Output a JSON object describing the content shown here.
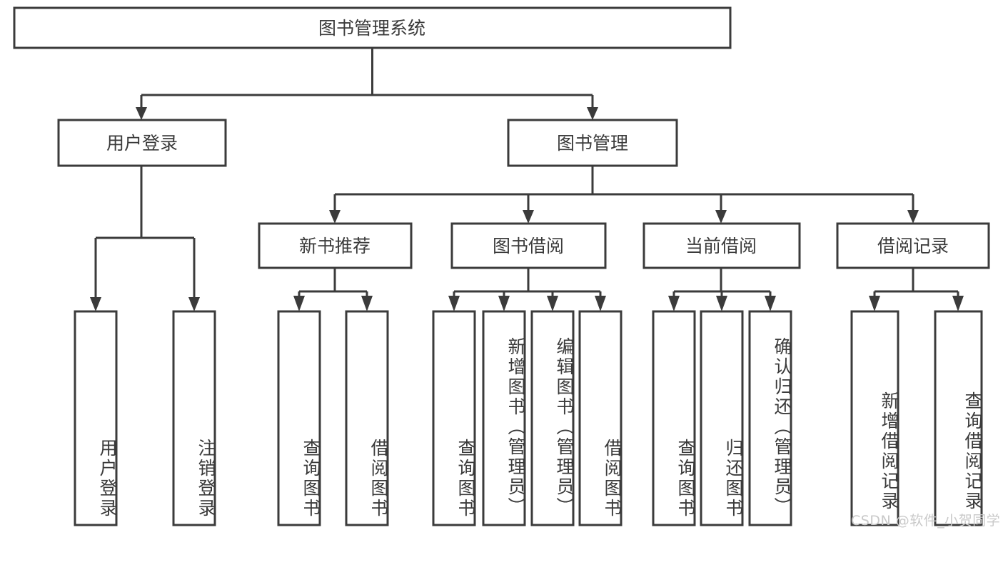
{
  "diagram": {
    "title": "图书管理系统",
    "type": "tree-hierarchy",
    "colors": {
      "stroke": "#3b3b3b",
      "fill": "#ffffff",
      "text": "#3b3b3b",
      "watermark": "#c9c9c9",
      "background": "#ffffff"
    },
    "root": {
      "label": "图书管理系统"
    },
    "level2": [
      {
        "label": "用户登录"
      },
      {
        "label": "图书管理"
      }
    ],
    "level3": [
      {
        "label": "新书推荐"
      },
      {
        "label": "图书借阅"
      },
      {
        "label": "当前借阅"
      },
      {
        "label": "借阅记录"
      }
    ],
    "leaves": {
      "user_login": [
        {
          "label": "用户登录"
        },
        {
          "label": "注销登录"
        }
      ],
      "new_book_recommend": [
        {
          "label": "查询图书"
        },
        {
          "label": "借阅图书"
        }
      ],
      "book_borrow": [
        {
          "label": "查询图书"
        },
        {
          "label": "新增图书（管理员）"
        },
        {
          "label": "编辑图书（管理员）"
        },
        {
          "label": "借阅图书"
        }
      ],
      "current_borrow": [
        {
          "label": "查询图书"
        },
        {
          "label": "归还图书"
        },
        {
          "label": "确认归还（管理员）"
        }
      ],
      "borrow_record": [
        {
          "label": "新增借阅记录"
        },
        {
          "label": "查询借阅记录"
        }
      ]
    }
  },
  "watermark": {
    "text": "CSDN @软件_小贺同学"
  }
}
